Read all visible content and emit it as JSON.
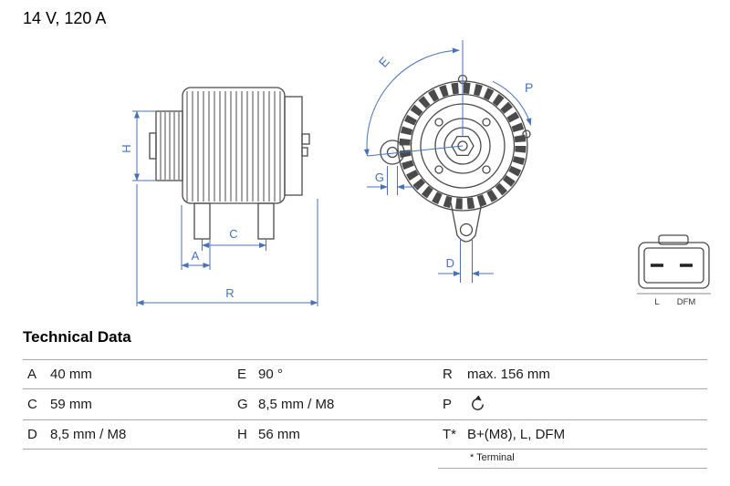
{
  "title": "14 V, 120 A",
  "colors": {
    "dimension_blue": "#4a72b4",
    "drawing_gray": "#4a4a4a",
    "table_line_gray": "#a8a8a8"
  },
  "diagram": {
    "labels": {
      "h": "H",
      "a": "A",
      "c": "C",
      "r": "R",
      "e": "E",
      "p": "P",
      "g": "G",
      "d": "D"
    }
  },
  "connector": {
    "pin_labels": {
      "left": "L",
      "right": "DFM"
    }
  },
  "technical_data": {
    "heading": "Technical Data",
    "rows": [
      {
        "cells": [
          {
            "key": "A",
            "value": "40 mm"
          },
          {
            "key": "E",
            "value": "90 °"
          },
          {
            "key": "R",
            "value": "max. 156 mm"
          }
        ]
      },
      {
        "cells": [
          {
            "key": "C",
            "value": "59 mm"
          },
          {
            "key": "G",
            "value": "8,5 mm / M8"
          },
          {
            "key": "P",
            "value": "",
            "icon": "rotation-clockwise-icon"
          }
        ]
      },
      {
        "cells": [
          {
            "key": "D",
            "value": "8,5 mm / M8"
          },
          {
            "key": "H",
            "value": "56 mm"
          },
          {
            "key": "T*",
            "value": "B+(M8), L, DFM"
          }
        ]
      }
    ],
    "footnote": "* Terminal"
  }
}
